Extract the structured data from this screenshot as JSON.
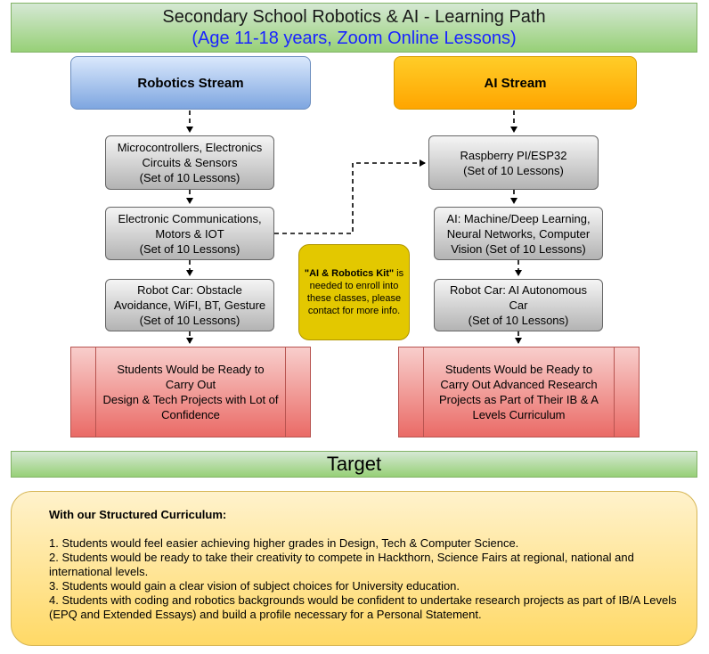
{
  "title": {
    "line1": "Secondary School Robotics & AI - Learning Path",
    "line2": "(Age 11-18 years, Zoom Online Lessons)"
  },
  "robotics_stream": {
    "label": "Robotics Stream",
    "lessons": [
      [
        "Microcontrollers, Electronics",
        "Circuits & Sensors",
        "(Set of 10 Lessons)"
      ],
      [
        "Electronic Communications,",
        "Motors & IOT",
        "(Set of 10 Lessons)"
      ],
      [
        "Robot Car: Obstacle",
        "Avoidance, WiFI, BT, Gesture",
        "(Set of 10 Lessons)"
      ]
    ],
    "outcome": [
      "Students Would be Ready to",
      "Carry Out",
      "Design & Tech Projects with Lot of",
      "Confidence"
    ]
  },
  "ai_stream": {
    "label": "AI Stream",
    "lessons": [
      [
        "Raspberry PI/ESP32",
        "(Set of 10 Lessons)"
      ],
      [
        "AI: Machine/Deep Learning,",
        "Neural Networks, Computer",
        "Vision (Set of 10 Lessons)"
      ],
      [
        "Robot Car: AI Autonomous",
        "Car",
        "(Set of 10 Lessons)"
      ]
    ],
    "outcome": [
      "Students Would be Ready to",
      "Carry Out Advanced Research",
      "Projects as Part of Their IB & A",
      "Levels Curriculum"
    ]
  },
  "kit_note": {
    "bold": "\"AI & Robotics Kit\"",
    "rest_1": " is",
    "lines": [
      "needed to enroll into",
      "these classes, please",
      "contact for more info."
    ]
  },
  "target": "Target",
  "curriculum": {
    "heading": "With our Structured Curriculum:",
    "points": [
      "1. Students would feel easier achieving higher grades in Design, Tech & Computer Science.",
      "2. Students would be ready to take their creativity to compete in Hackthorn, Science Fairs at regional, national and international levels.",
      "3. Students would gain a clear vision of subject choices for University education.",
      "4. Students with coding and robotics backgrounds would be confident to undertake research projects as part of IB/A Levels (EPQ and Extended Essays) and build a profile necessary for a Personal Statement."
    ]
  },
  "colors": {
    "banner": "#97d077",
    "robotics": "#7ea6e0",
    "ai": "#ffa500",
    "lesson": "#d0d0d0",
    "outcome": "#ea6b66",
    "kit": "#e3c800",
    "curriculum": "#ffd966"
  }
}
